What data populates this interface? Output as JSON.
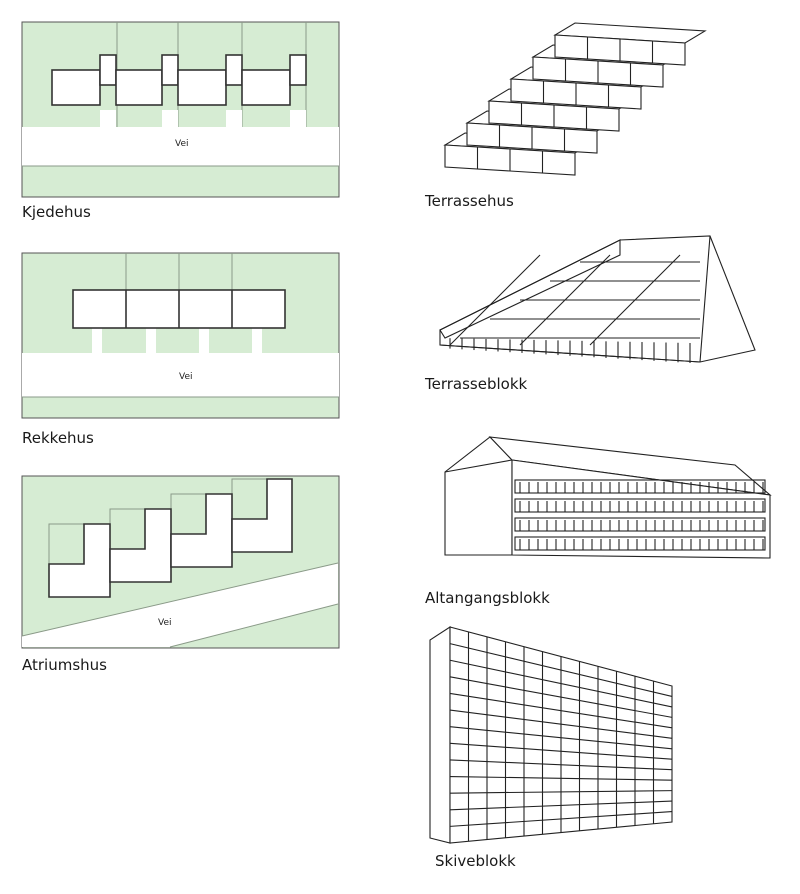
{
  "road_label": "Vei",
  "plans": [
    {
      "label": "Kjedehus"
    },
    {
      "label": "Rekkehus"
    },
    {
      "label": "Atriumshus"
    }
  ],
  "buildings": [
    {
      "label": "Terrassehus"
    },
    {
      "label": "Terrasseblokk"
    },
    {
      "label": "Altangangsblokk"
    },
    {
      "label": "Skiveblokk"
    }
  ],
  "colors": {
    "plot_green": "#d6ecd3",
    "line": "#333333"
  }
}
